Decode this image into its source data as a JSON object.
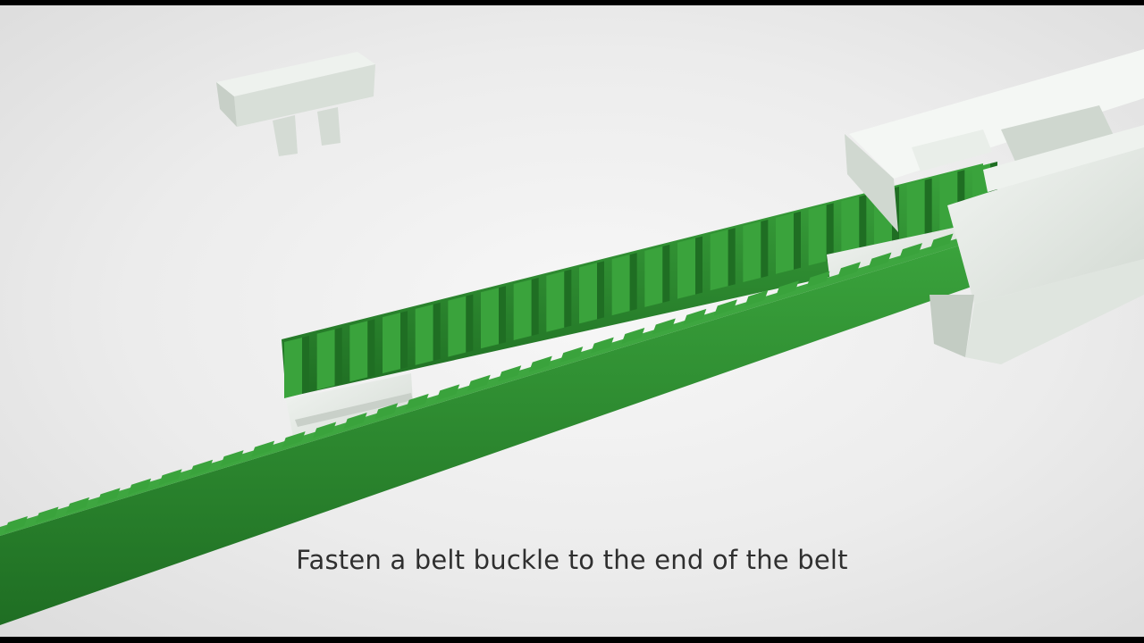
{
  "video": {
    "caption": "Fasten a belt buckle to the end of the belt"
  },
  "scene": {
    "objects": [
      "belt-clip",
      "upper-belt-segment",
      "lower-belt",
      "belt-buckle",
      "buckle-housing"
    ]
  },
  "colors": {
    "belt_green": "#2e8b30",
    "belt_dark": "#1f6e23",
    "belt_light": "#3aa33c",
    "plastic_white": "#e4ebe4",
    "background": "#ececec"
  }
}
